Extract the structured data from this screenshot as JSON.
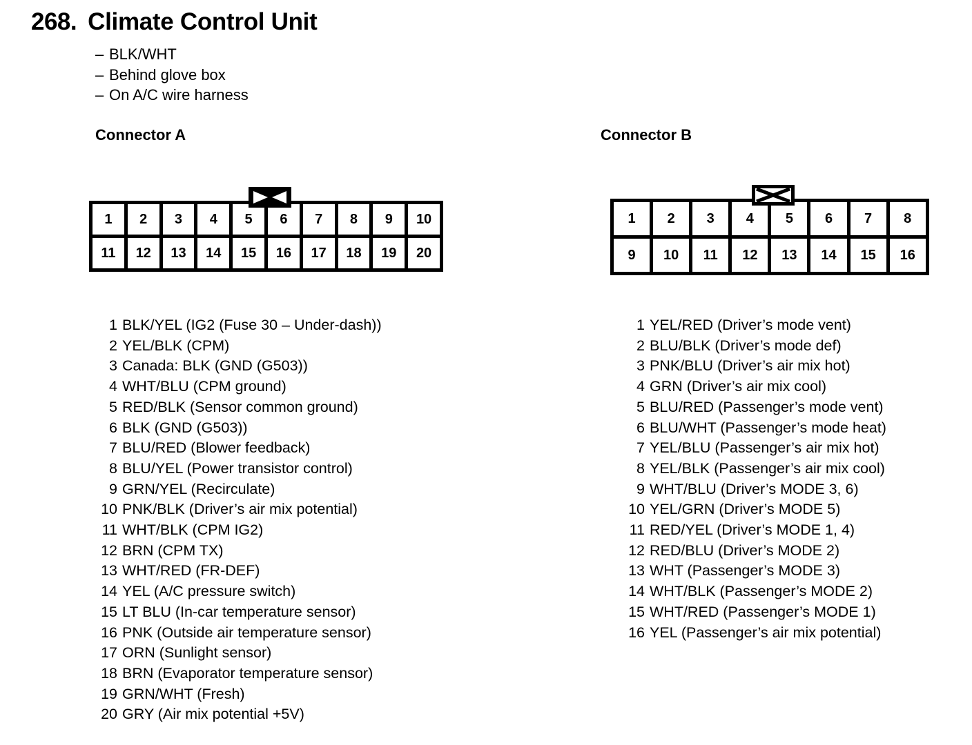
{
  "document": {
    "section_number": "268.",
    "title": "Climate Control Unit",
    "notes": [
      {
        "dash": "–",
        "text": "BLK/WHT"
      },
      {
        "dash": "–",
        "text": "Behind glove box"
      },
      {
        "dash": "–",
        "text": "On A/C wire harness"
      }
    ]
  },
  "connector_a": {
    "heading": "Connector A",
    "diagram": {
      "columns": 10,
      "rows": 2,
      "top_row": [
        "1",
        "2",
        "3",
        "4",
        "5",
        "6",
        "7",
        "8",
        "9",
        "10"
      ],
      "bottom_row": [
        "11",
        "12",
        "13",
        "14",
        "15",
        "16",
        "17",
        "18",
        "19",
        "20"
      ],
      "latch": "bowtie-latch-tab",
      "latch_position_columns": "5-6"
    },
    "pins": [
      {
        "num": "1",
        "desc": "BLK/YEL (IG2 (Fuse 30 – Under-dash))"
      },
      {
        "num": "2",
        "desc": "YEL/BLK (CPM)"
      },
      {
        "num": "3",
        "desc": "Canada: BLK (GND (G503))"
      },
      {
        "num": "4",
        "desc": "WHT/BLU (CPM ground)"
      },
      {
        "num": "5",
        "desc": "RED/BLK (Sensor common ground)"
      },
      {
        "num": "6",
        "desc": "BLK (GND (G503))"
      },
      {
        "num": "7",
        "desc": "BLU/RED (Blower feedback)"
      },
      {
        "num": "8",
        "desc": "BLU/YEL (Power transistor control)"
      },
      {
        "num": "9",
        "desc": "GRN/YEL (Recirculate)"
      },
      {
        "num": "10",
        "desc": "PNK/BLK (Driver’s air mix potential)"
      },
      {
        "num": "11",
        "desc": "WHT/BLK (CPM IG2)"
      },
      {
        "num": "12",
        "desc": "BRN (CPM TX)"
      },
      {
        "num": "13",
        "desc": "WHT/RED (FR-DEF)"
      },
      {
        "num": "14",
        "desc": "YEL (A/C pressure switch)"
      },
      {
        "num": "15",
        "desc": "LT BLU (In-car temperature sensor)"
      },
      {
        "num": "16",
        "desc": "PNK (Outside air temperature sensor)"
      },
      {
        "num": "17",
        "desc": "ORN (Sunlight sensor)"
      },
      {
        "num": "18",
        "desc": "BRN (Evaporator temperature sensor)"
      },
      {
        "num": "19",
        "desc": "GRN/WHT (Fresh)"
      },
      {
        "num": "20",
        "desc": "GRY (Air mix potential +5V)"
      }
    ]
  },
  "connector_b": {
    "heading": "Connector B",
    "diagram": {
      "columns": 8,
      "rows": 2,
      "top_row": [
        "1",
        "2",
        "3",
        "4",
        "5",
        "6",
        "7",
        "8"
      ],
      "bottom_row": [
        "9",
        "10",
        "11",
        "12",
        "13",
        "14",
        "15",
        "16"
      ],
      "latch": "bowtie-latch-tab",
      "latch_position_columns": "4-5"
    },
    "pins": [
      {
        "num": "1",
        "desc": "YEL/RED (Driver’s mode vent)"
      },
      {
        "num": "2",
        "desc": "BLU/BLK (Driver’s mode def)"
      },
      {
        "num": "3",
        "desc": "PNK/BLU (Driver’s air mix hot)"
      },
      {
        "num": "4",
        "desc": "GRN (Driver’s air mix cool)"
      },
      {
        "num": "5",
        "desc": "BLU/RED (Passenger’s mode vent)"
      },
      {
        "num": "6",
        "desc": "BLU/WHT (Passenger’s mode heat)"
      },
      {
        "num": "7",
        "desc": "YEL/BLU (Passenger’s air mix hot)"
      },
      {
        "num": "8",
        "desc": "YEL/BLK (Passenger’s air mix cool)"
      },
      {
        "num": "9",
        "desc": "WHT/BLU (Driver’s MODE 3, 6)"
      },
      {
        "num": "10",
        "desc": "YEL/GRN (Driver’s MODE 5)"
      },
      {
        "num": "11",
        "desc": "RED/YEL (Driver’s MODE 1, 4)"
      },
      {
        "num": "12",
        "desc": "RED/BLU (Driver’s MODE 2)"
      },
      {
        "num": "13",
        "desc": "WHT (Passenger’s MODE 3)"
      },
      {
        "num": "14",
        "desc": "WHT/BLK (Passenger’s MODE 2)"
      },
      {
        "num": "15",
        "desc": "WHT/RED (Passenger’s MODE 1)"
      },
      {
        "num": "16",
        "desc": "YEL (Passenger’s air mix potential)"
      }
    ]
  },
  "colors": {
    "ink": "#000000",
    "paper": "#ffffff"
  }
}
